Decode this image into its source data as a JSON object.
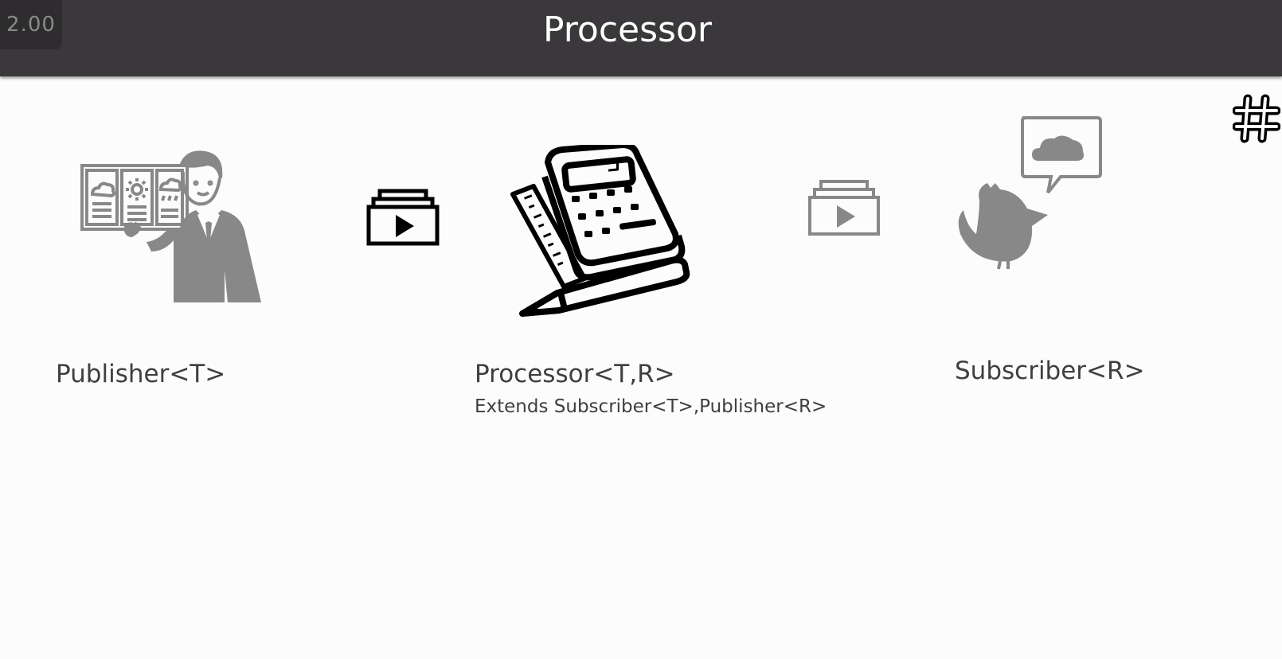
{
  "header": {
    "version": "2.00",
    "title": "Processor"
  },
  "icons": {
    "toolbar": "hash-icon",
    "publisher": "weather-presenter-icon",
    "stream_in": "video-stream-icon",
    "processor": "calculator-ruler-pencil-icon",
    "stream_out": "video-stream-icon",
    "subscriber": "bird-speech-bubble-icon"
  },
  "diagram": {
    "publisher_label": "Publisher<T>",
    "processor_label": "Processor<T,R>",
    "processor_sublabel": "Extends Subscriber<T>,Publisher<R>",
    "subscriber_label": "Subscriber<R>"
  },
  "colors": {
    "header_bg": "#3a383b",
    "background": "#fcfcfc",
    "icon_gray": "#888888",
    "icon_black": "#000000"
  }
}
